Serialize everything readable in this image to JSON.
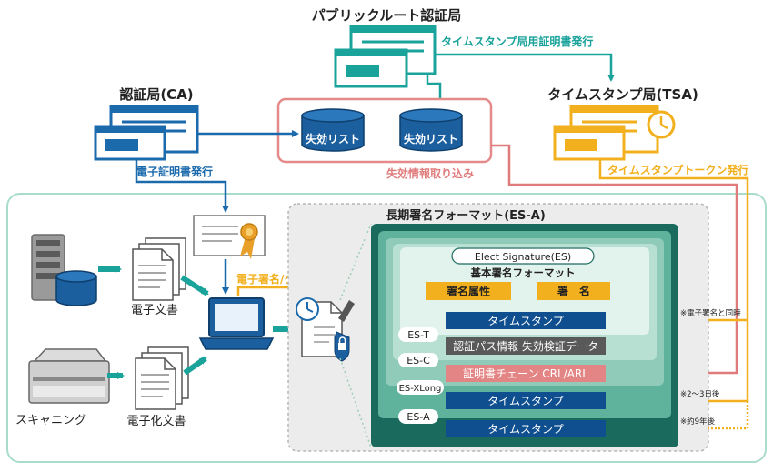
{
  "authorities": {
    "root": "パブリックルート認証局",
    "ca": "認証局(CA)",
    "tsa": "タイムスタンプ局(TSA)"
  },
  "flows": {
    "tsa_cert_issue": "タイムスタンプ局用証明書発行",
    "e_cert_issue": "電子証明書発行",
    "revocation_import": "失効情報取り込み",
    "timestamp_token_issue": "タイムスタンプトークン発行",
    "sign_timestamp": "電子署名/タイムスタンプ"
  },
  "revocation_lists": [
    "失効リスト",
    "失効リスト"
  ],
  "documents": {
    "e_document": "電子文書",
    "digitized_document": "電子化文書",
    "scanning": "スキャニング"
  },
  "format": {
    "title": "長期署名フォーマット(ES-A)",
    "es": "Elect Signature(ES)",
    "basic": "基本署名フォーマット",
    "sign_attr": "署名属性",
    "signature": "署　名",
    "ts": "タイムスタンプ",
    "cert_path": "認証パス情報 失効検証データ",
    "cert_chain": "証明書チェーン CRL/ARL",
    "tags": [
      "ES-T",
      "ES-C",
      "ES-XLong",
      "ES-A"
    ]
  },
  "notes": {
    "same_time": "※電子署名と同時",
    "days": "※2～3日後",
    "years": "※約9年後"
  },
  "colors": {
    "blue": "#1b6aac",
    "teal": "#1aa39a",
    "yellow": "#f2b01e",
    "pink": "#e07b7b",
    "dark_green": "#1a6b5e",
    "navy": "#0f4f8f",
    "salmon": "#e48585"
  }
}
